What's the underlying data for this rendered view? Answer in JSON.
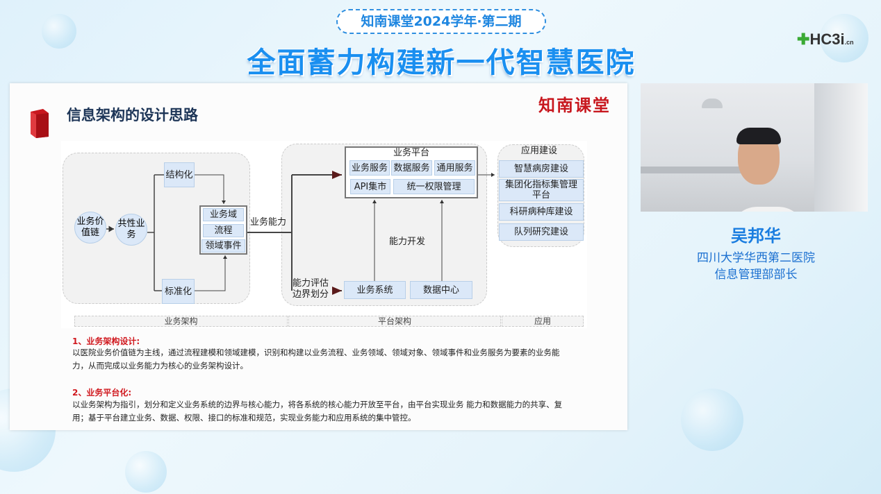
{
  "header": {
    "badge": "知南课堂2024学年·第二期",
    "title": "全面蓄力构建新一代智慧医院",
    "logo": "HC3i",
    "logo_suffix": ".cn"
  },
  "slide": {
    "title": "信息架构的设计思路",
    "watermark": "知南课堂",
    "diagram": {
      "value_chain": "业务价值链",
      "common_business": "共性业务",
      "structured": "结构化",
      "standardized": "标准化",
      "domain_items": [
        "业务域",
        "流程",
        "领域事件"
      ],
      "capability_label": "业务能力",
      "platform_title": "业务平台",
      "platform_row1": [
        "业务服务",
        "数据服务",
        "通用服务"
      ],
      "platform_row2": [
        "API集市",
        "统一权限管理"
      ],
      "dev_label": "能力开发",
      "assess_label": "能力评估\n边界划分",
      "assess_line1": "能力评估",
      "assess_line2": "边界划分",
      "sources": [
        "业务系统",
        "数据中心"
      ],
      "app_title": "应用建设",
      "apps": [
        "智慧病房建设",
        "集团化指标集管理平台",
        "科研病种库建设",
        "队列研究建设"
      ],
      "footers": [
        "业务架构",
        "平台架构",
        "应用"
      ]
    },
    "sections": [
      {
        "heading": "1、业务架构设计:",
        "text": "以医院业务价值链为主线，通过流程建模和领域建模，识别和构建以业务流程、业务领域、领域对象、领域事件和业务服务为要素的业务能力，从而完成以业务能力为核心的业务架构设计。"
      },
      {
        "heading": "2、业务平台化:",
        "text": "以业务架构为指引，划分和定义业务系统的边界与核心能力，将各系统的核心能力开放至平台，由平台实现业务 能力和数据能力的共享、复用；基于平台建立业务、数据、权限、接口的标准和规范，实现业务能力和应用系统的集中管控。"
      }
    ]
  },
  "speaker": {
    "name": "吴邦华",
    "org_line1": "四川大学华西第二医院",
    "org_line2": "信息管理部部长"
  }
}
